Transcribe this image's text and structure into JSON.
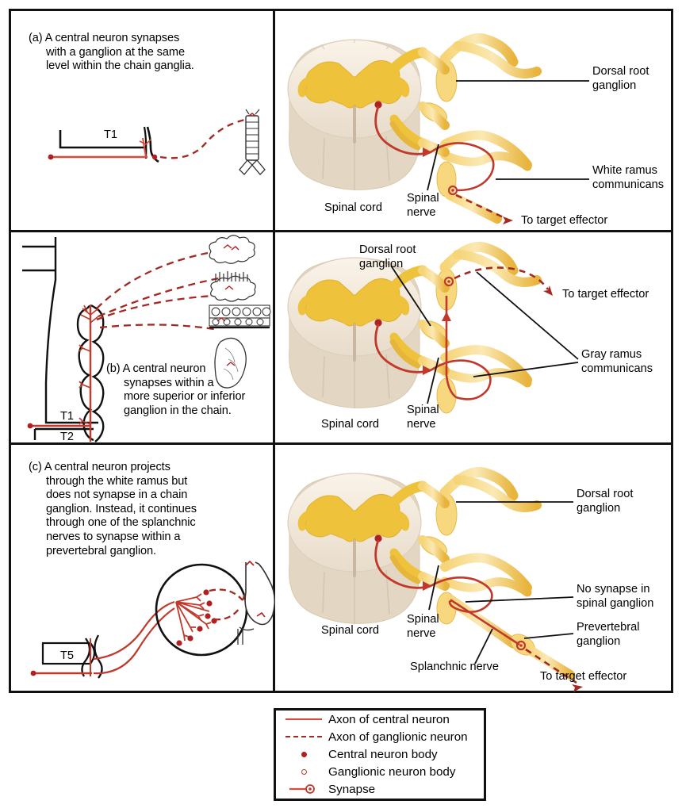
{
  "figure": {
    "panels": [
      {
        "id": "a",
        "caption_lines": [
          "(a) A central neuron synapses",
          "with a ganglion at the same",
          "level within the chain ganglia."
        ],
        "schematic": {
          "level_label": "T1",
          "target_name": "trachea-bronchi-icon"
        },
        "labels": [
          {
            "name": "dorsal-root-ganglion",
            "lines": [
              "Dorsal root",
              "ganglion"
            ]
          },
          {
            "name": "spinal-cord",
            "lines": [
              "Spinal cord"
            ]
          },
          {
            "name": "spinal-nerve",
            "lines": [
              "Spinal",
              "nerve"
            ]
          },
          {
            "name": "white-ramus-communicans",
            "lines": [
              "White ramus",
              "communicans"
            ]
          },
          {
            "name": "to-target-effector",
            "lines": [
              "To target effector"
            ]
          }
        ]
      },
      {
        "id": "b",
        "caption_lines": [
          "(b) A central neuron",
          "synapses within a",
          "more superior or inferior",
          "ganglion in the chain."
        ],
        "schematic": {
          "level_labels": [
            "T1",
            "T2"
          ],
          "targets": [
            "lung-tissue-icon",
            "intestine-villi-icon",
            "epithelium-icon",
            "gland-icon"
          ]
        },
        "labels": [
          {
            "name": "dorsal-root-ganglion",
            "lines": [
              "Dorsal root",
              "ganglion"
            ]
          },
          {
            "name": "to-target-effector",
            "lines": [
              "To target effector"
            ]
          },
          {
            "name": "gray-ramus-communicans",
            "lines": [
              "Gray ramus",
              "communicans"
            ]
          },
          {
            "name": "spinal-nerve",
            "lines": [
              "Spinal",
              "nerve"
            ]
          },
          {
            "name": "spinal-cord",
            "lines": [
              "Spinal cord"
            ]
          }
        ]
      },
      {
        "id": "c",
        "caption_lines": [
          "(c) A central neuron projects",
          "through the white ramus but",
          "does not synapse in a chain",
          "ganglion. Instead, it continues",
          "through one of the splanchnic",
          "nerves to synapse within a",
          "prevertebral ganglion."
        ],
        "schematic": {
          "level_label": "T5",
          "targets": [
            "prevertebral-ganglion-icon",
            "stomach-icon"
          ]
        },
        "labels": [
          {
            "name": "dorsal-root-ganglion",
            "lines": [
              "Dorsal root",
              "ganglion"
            ]
          },
          {
            "name": "spinal-cord",
            "lines": [
              "Spinal cord"
            ]
          },
          {
            "name": "spinal-nerve",
            "lines": [
              "Spinal",
              "nerve"
            ]
          },
          {
            "name": "splanchnic-nerve",
            "lines": [
              "Splanchnic nerve"
            ]
          },
          {
            "name": "no-synapse-in-spinal-ganglion",
            "lines": [
              "No synapse in",
              "spinal ganglion"
            ]
          },
          {
            "name": "prevertebral-ganglion",
            "lines": [
              "Prevertebral",
              "ganglion"
            ]
          },
          {
            "name": "to-target-effector",
            "lines": [
              "To target effector"
            ]
          }
        ]
      }
    ]
  },
  "legend": {
    "items": [
      {
        "symbol": "solid-line",
        "label": "Axon of central neuron"
      },
      {
        "symbol": "dashed-line",
        "label": "Axon of ganglionic neuron"
      },
      {
        "symbol": "filled-dot",
        "label": "Central neuron body"
      },
      {
        "symbol": "open-dot",
        "label": "Ganglionic neuron body"
      },
      {
        "symbol": "line-with-open-dot",
        "label": "Synapse"
      }
    ]
  },
  "colors": {
    "axon_solid": "#D94A3D",
    "axon_dashed": "#A32A22",
    "neuron_body": "#B02020",
    "nerve_yellow": "#F2C14B",
    "nerve_yellow_light": "#FAE3A0",
    "gray_matter": "#EFC23C",
    "white_matter": "#F3EBDF",
    "border": "#111111"
  },
  "panel_a_label_text": {
    "drg_l1": "Dorsal root",
    "drg_l2": "ganglion",
    "spinal_cord": "Spinal cord",
    "spinal_nerve_l1": "Spinal",
    "spinal_nerve_l2": "nerve",
    "wrc_l1": "White ramus",
    "wrc_l2": "communicans",
    "tte": "To target effector",
    "t1": "T1"
  },
  "panel_b_label_text": {
    "drg_l1": "Dorsal root",
    "drg_l2": "ganglion",
    "tte": "To target effector",
    "grc_l1": "Gray ramus",
    "grc_l2": "communicans",
    "spinal_nerve_l1": "Spinal",
    "spinal_nerve_l2": "nerve",
    "spinal_cord": "Spinal cord",
    "t1": "T1",
    "t2": "T2"
  },
  "panel_c_label_text": {
    "drg_l1": "Dorsal root",
    "drg_l2": "ganglion",
    "spinal_cord": "Spinal cord",
    "spinal_nerve_l1": "Spinal",
    "spinal_nerve_l2": "nerve",
    "splanchnic": "Splanchnic nerve",
    "nosyn_l1": "No synapse in",
    "nosyn_l2": "spinal ganglion",
    "pvg_l1": "Prevertebral",
    "pvg_l2": "ganglion",
    "tte": "To target effector",
    "t5": "T5"
  }
}
